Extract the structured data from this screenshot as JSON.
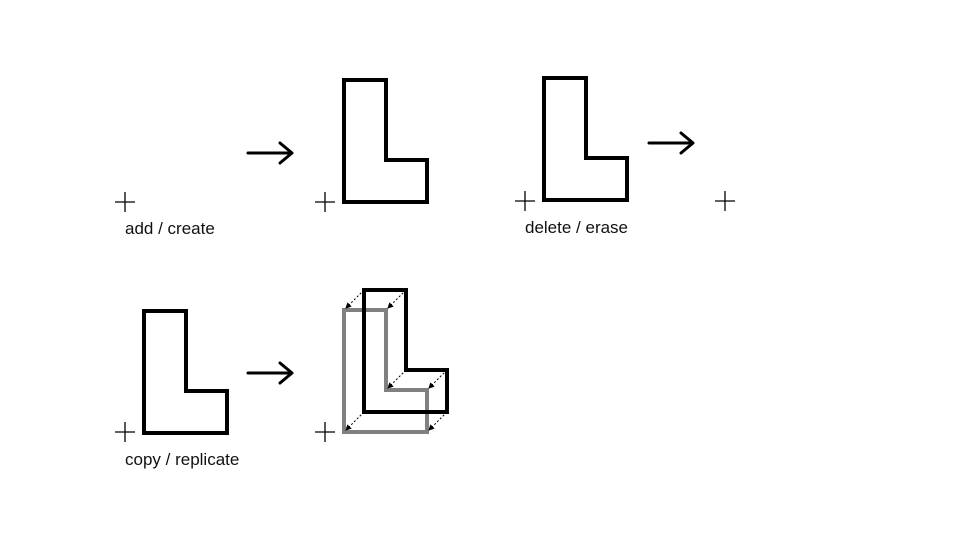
{
  "captions": {
    "add": "add / create",
    "delete": "delete / erase",
    "copy": "copy / replicate"
  },
  "colors": {
    "shape": "#000000",
    "copy_shape": "#808080",
    "background": "#ffffff"
  },
  "icons": [
    "origin-plus-icon",
    "right-arrow-icon",
    "l-shape",
    "dashed-arrow-icon"
  ]
}
